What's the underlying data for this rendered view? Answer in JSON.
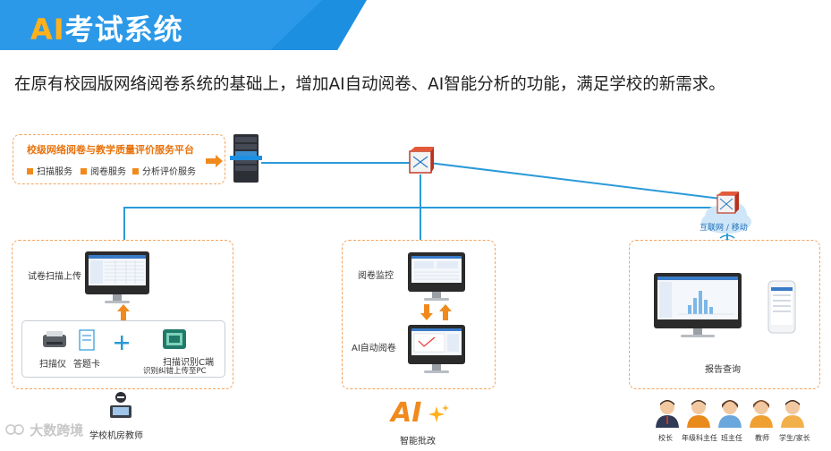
{
  "header": {
    "title_prefix": "AI",
    "title_rest": "考试系统",
    "subtitle": "在原有校园版网络阅卷系统的基础上，增加AI自动阅卷、AI智能分析的功能，满足学校的新需求。"
  },
  "platform": {
    "title": "校级网络阅卷与教学质量评价服务平台",
    "services": [
      "扫描服务",
      "阅卷服务",
      "分析评价服务"
    ]
  },
  "cloud_label": "互联网 / 移动",
  "left_panel": {
    "upload_label": "试卷扫描上传",
    "scanner_label": "扫描仪",
    "card_label": "答题卡",
    "client_label": "扫描识别C端",
    "client_sub": "识别纠错上传至PC",
    "bottom_label": "学校机房教师"
  },
  "middle_panel": {
    "monitor_label": "阅卷监控",
    "auto_label": "AI自动阅卷",
    "logo_text": "AI",
    "bottom_label": "智能批改"
  },
  "right_panel": {
    "report_label": "报告查询",
    "roles": [
      "校长",
      "年级科主任",
      "班主任",
      "教师",
      "学生/家长"
    ]
  },
  "watermark": "大数跨境",
  "colors": {
    "banner": "#1d8fe0",
    "accent_orange": "#f08a1c",
    "line_blue": "#2a9ad8",
    "ai_gold": "#ffb11b"
  }
}
